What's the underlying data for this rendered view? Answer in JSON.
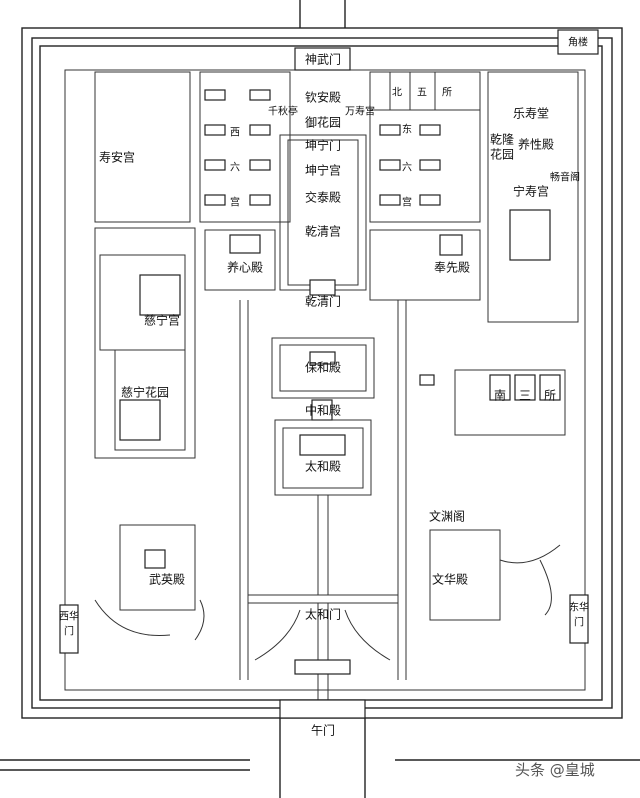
{
  "map": {
    "labels": {
      "corner_tower": "角楼",
      "shenwu_gate": "神武门",
      "qinan_hall": "钦安殿",
      "qianqiu_pavilion": "千秋亭",
      "wanshou_palace": "万寿宫",
      "imperial_garden": "御花园",
      "north_five_1": "北",
      "north_five_2": "五",
      "north_five_3": "所",
      "leshou_hall": "乐寿堂",
      "west_six_1": "西",
      "west_six_2": "六",
      "west_six_3": "宫",
      "east_six_1": "东",
      "east_six_2": "六",
      "east_six_3": "宫",
      "kunning_gate": "坤宁门",
      "kunning_palace": "坤宁宫",
      "jiaotai_hall": "交泰殿",
      "qianqing_palace": "乾清宫",
      "qianlong_garden_1": "乾隆",
      "qianlong_garden_2": "花园",
      "yangxing_hall": "养性殿",
      "changyin_pavilion": "畅音阁",
      "ningshou_palace": "宁寿宫",
      "shouan_palace": "寿安宫",
      "yangxin_hall": "养心殿",
      "fengxian_hall": "奉先殿",
      "qianqing_gate": "乾清门",
      "cining_palace": "慈宁宫",
      "baohe_hall": "保和殿",
      "south_three_1": "南",
      "south_three_2": "三",
      "south_three_3": "所",
      "cining_garden": "慈宁花园",
      "zhonghe_hall": "中和殿",
      "taihe_hall": "太和殿",
      "wenyuan_pavilion": "文渊阁",
      "wuying_hall": "武英殿",
      "wenhua_hall": "文华殿",
      "xihua_gate_1": "西华",
      "xihua_gate_2": "门",
      "donghua_gate_1": "东华",
      "donghua_gate_2": "门",
      "taihe_gate": "太和门",
      "meridian_gate": "午门"
    },
    "watermark": "头条 @皇城"
  }
}
